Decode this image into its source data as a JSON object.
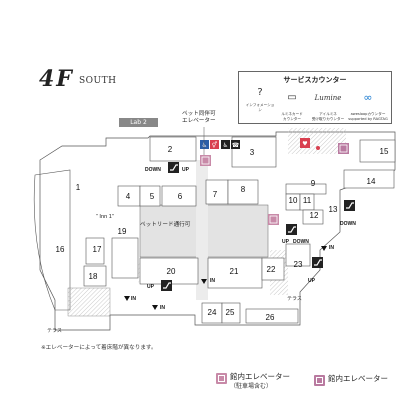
{
  "header": {
    "floor": "4F",
    "wing": "SOUTH"
  },
  "service_counter": {
    "title": "サービスカウンター",
    "items": [
      {
        "glyph": "?",
        "label": "インフォメーション"
      },
      {
        "glyph": "▭",
        "label": "ルミネカード\nカウンター"
      },
      {
        "glyph": "Lumine",
        "label": "アイルミネ\n受け取りカウンター"
      },
      {
        "glyph": "∞",
        "label": "awesloopカウンター\nsupported by RAGTAG"
      }
    ]
  },
  "labels": {
    "lab2": "Lab 2",
    "pet_elevator": "ペット同伴可\nエレベーター",
    "pet_walkway": "ペットリード通行可",
    "inn": "“ Inn 1”",
    "terrace": "テラス"
  },
  "rooms": [
    "1",
    "2",
    "3",
    "4",
    "5",
    "6",
    "7",
    "8",
    "9",
    "10",
    "11",
    "12",
    "13",
    "14",
    "15",
    "16",
    "17",
    "18",
    "19",
    "20",
    "21",
    "22",
    "23",
    "24",
    "25",
    "26"
  ],
  "directions": {
    "up": "UP",
    "down": "DOWN",
    "in": "IN"
  },
  "note": "※エレベーターによって着床階が異なります。",
  "legend": [
    {
      "title": "館内エレベーター",
      "sub": "（駐車場含む）"
    },
    {
      "title": "館内エレベーター",
      "sub": ""
    }
  ],
  "colors": {
    "elevator": "#c88aa8",
    "stairs": "#e9d3df",
    "hatch": "#bbbbbb",
    "route": "#d9d9d9",
    "emergency": "#d94050"
  },
  "icons": [
    "escalator-icon",
    "elevator-icon",
    "restroom-icon",
    "accessible-icon",
    "nursing-room-icon",
    "aed-icon",
    "phone-icon",
    "info-icon"
  ]
}
